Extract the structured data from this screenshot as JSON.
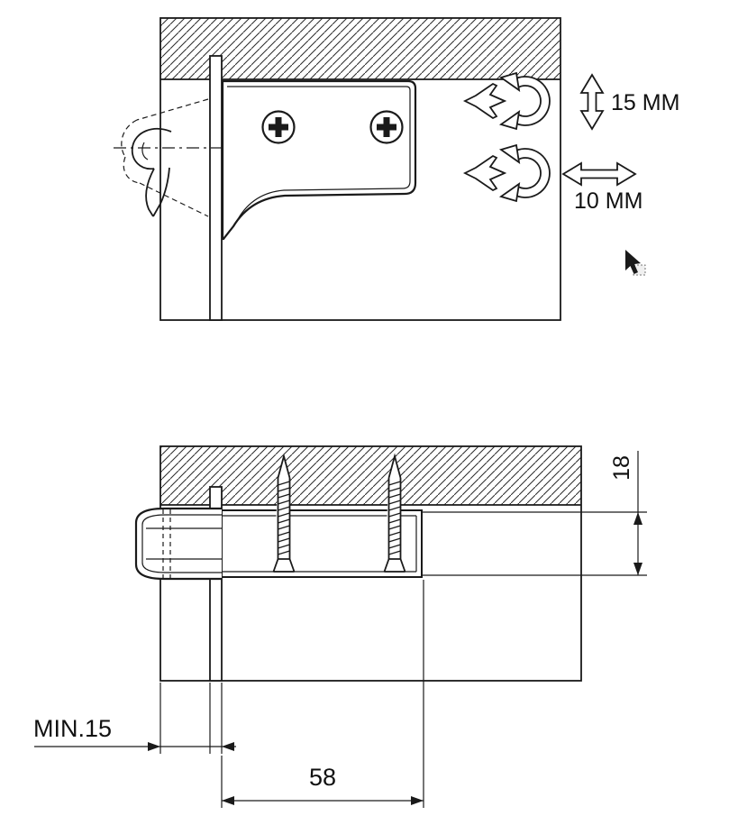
{
  "annotations": {
    "vertical_adjustment": "15 MM",
    "horizontal_adjustment": "10 MM",
    "rail_height": "18",
    "min_edge_distance": "MIN.15",
    "bracket_length": "58"
  },
  "colors": {
    "line": "#1a1a1a",
    "background": "#ffffff"
  }
}
